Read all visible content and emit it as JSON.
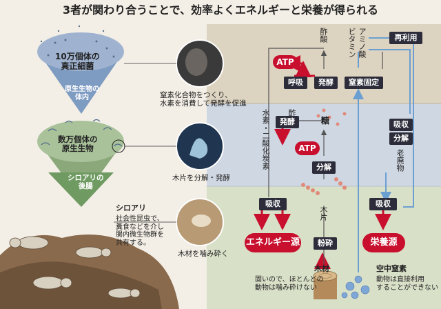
{
  "title": "3者が関わり合うことで、効率よくエネルギーと栄養が得られる",
  "cone": {
    "bacteria_label": "10万個体の\n真正細菌",
    "protist_body_label": "原生生物の\n体内",
    "protist_count_label": "数万個体の\n原生生物",
    "termite_gut_label": "シロアリの\n後腸"
  },
  "captions": {
    "bacteria": "窒素化合物をつくり、\n水素を消費して発酵を促進",
    "protist": "木片を分解・発酵",
    "termite": "木材を噛み砕く",
    "termite_title": "シロアリ",
    "termite_desc": "社会性昆虫で、\n糞食などを介し\n腸内微生物群を\n共有する。",
    "wood_title": "木材",
    "wood_desc": "固いので、ほとんどの\n動物は噛み砕けない",
    "nitrogen_title": "空中窒素",
    "nitrogen_desc": "動物は直接利用\nすることができない"
  },
  "flow": {
    "acetic_top": "酢酸",
    "vitamin": "ビタミン",
    "amino_acid": "アミノ酸",
    "recycle": "再利用",
    "atp_top": "ATP",
    "respiration": "呼吸",
    "fermentation_top": "発酵",
    "nitrogen_fixation": "窒素固定",
    "acetic_mid": "酢酸",
    "hydrogen_co2": "水素・二酸化炭素",
    "fermentation_mid": "発酵",
    "sugar": "糖",
    "atp_mid": "ATP",
    "decompose_mid": "分解",
    "absorb_right": "吸収",
    "decompose_right": "分解",
    "waste": "老廃物",
    "absorb_left": "吸収",
    "absorb_bottom_right": "吸収",
    "wood_chips": "木片",
    "energy_source": "エネルギー源",
    "crush": "粉砕",
    "nutrient_source": "栄養源"
  },
  "colors": {
    "dark_box": "#2c2c3a",
    "accent_red": "#c8102e",
    "blue_arrow": "#6b9fd1",
    "bacteria_cone": "#7e9bc2",
    "protist_cone": "#8ba87a",
    "gut_cone": "#6f9a62",
    "band_top": "#d7cdbb",
    "band_mid": "#cad3e0",
    "band_bottom": "#d4dcc2"
  }
}
